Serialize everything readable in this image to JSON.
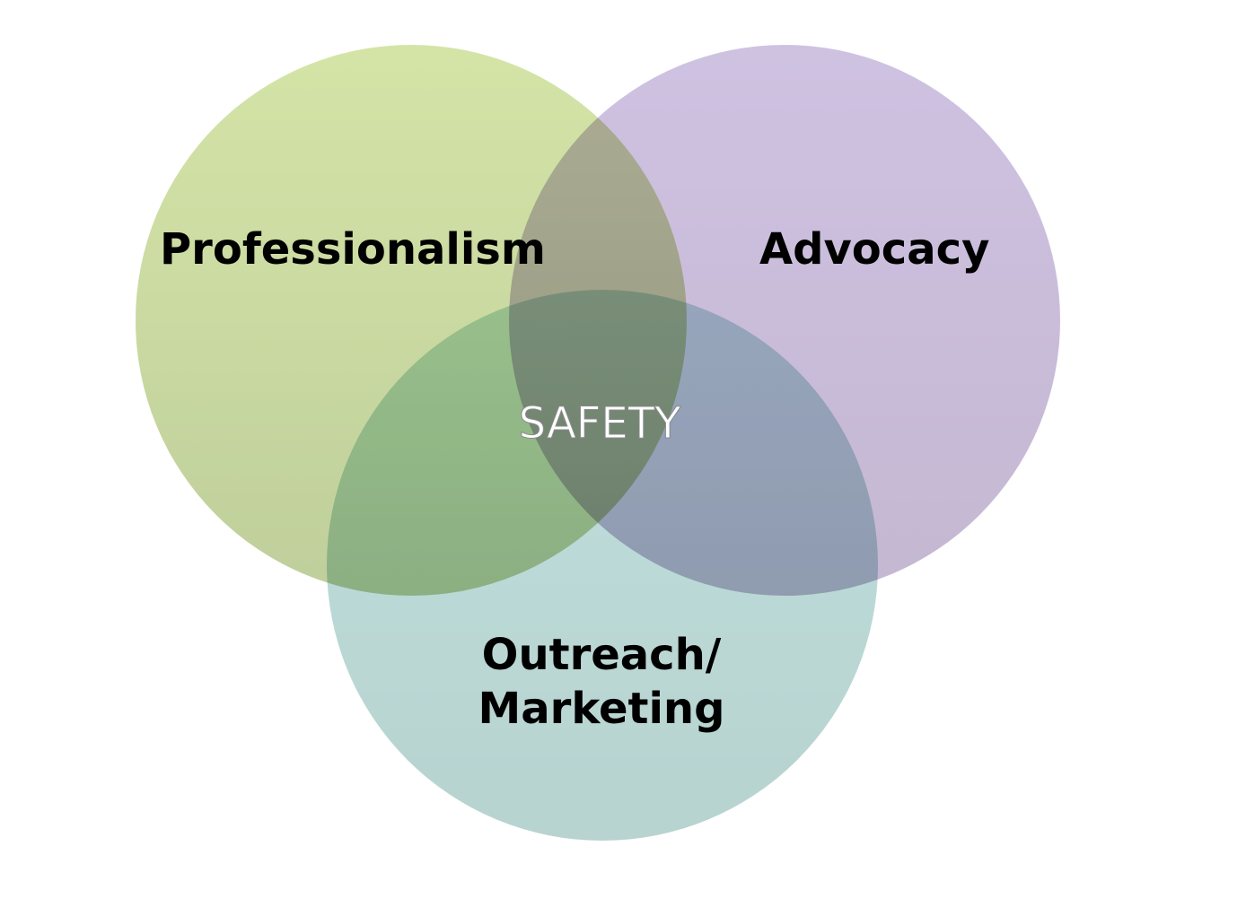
{
  "diagram": {
    "type": "venn",
    "sets": [
      {
        "label": "Professionalism",
        "color_top": "#d2e3a2",
        "color_bottom": "#bccc96"
      },
      {
        "label": "Advocacy",
        "color_top": "#bcaad6",
        "color_bottom": "#ae9cc0"
      },
      {
        "label_line1": "Outreach/",
        "label_line2": "Marketing",
        "color_top": "#a6d3cf",
        "color_bottom": "#9cc2be"
      }
    ],
    "center_label": "SAFETY"
  }
}
